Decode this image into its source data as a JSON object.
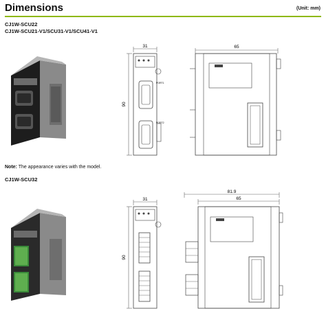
{
  "page": {
    "title": "Dimensions",
    "unit_note": "(Unit: mm)"
  },
  "section1": {
    "model_line1": "CJ1W-SCU22",
    "model_line2": "CJ1W-SCU21-V1/SCU31-V1/SCU41-V1",
    "dims": {
      "front_width": "31",
      "side_depth": "65",
      "height": "90"
    },
    "port_labels": [
      "PORT1",
      "PORT2"
    ]
  },
  "note": {
    "label": "Note:",
    "text": "The appearance varies with the model."
  },
  "section2": {
    "model_line1": "CJ1W-SCU32",
    "dims": {
      "front_width": "31",
      "side_depth_total": "81.9",
      "side_depth": "65",
      "height": "90"
    }
  },
  "colors": {
    "accent_rule": "#8db800",
    "line": "#444444",
    "dim_line": "#666666"
  }
}
